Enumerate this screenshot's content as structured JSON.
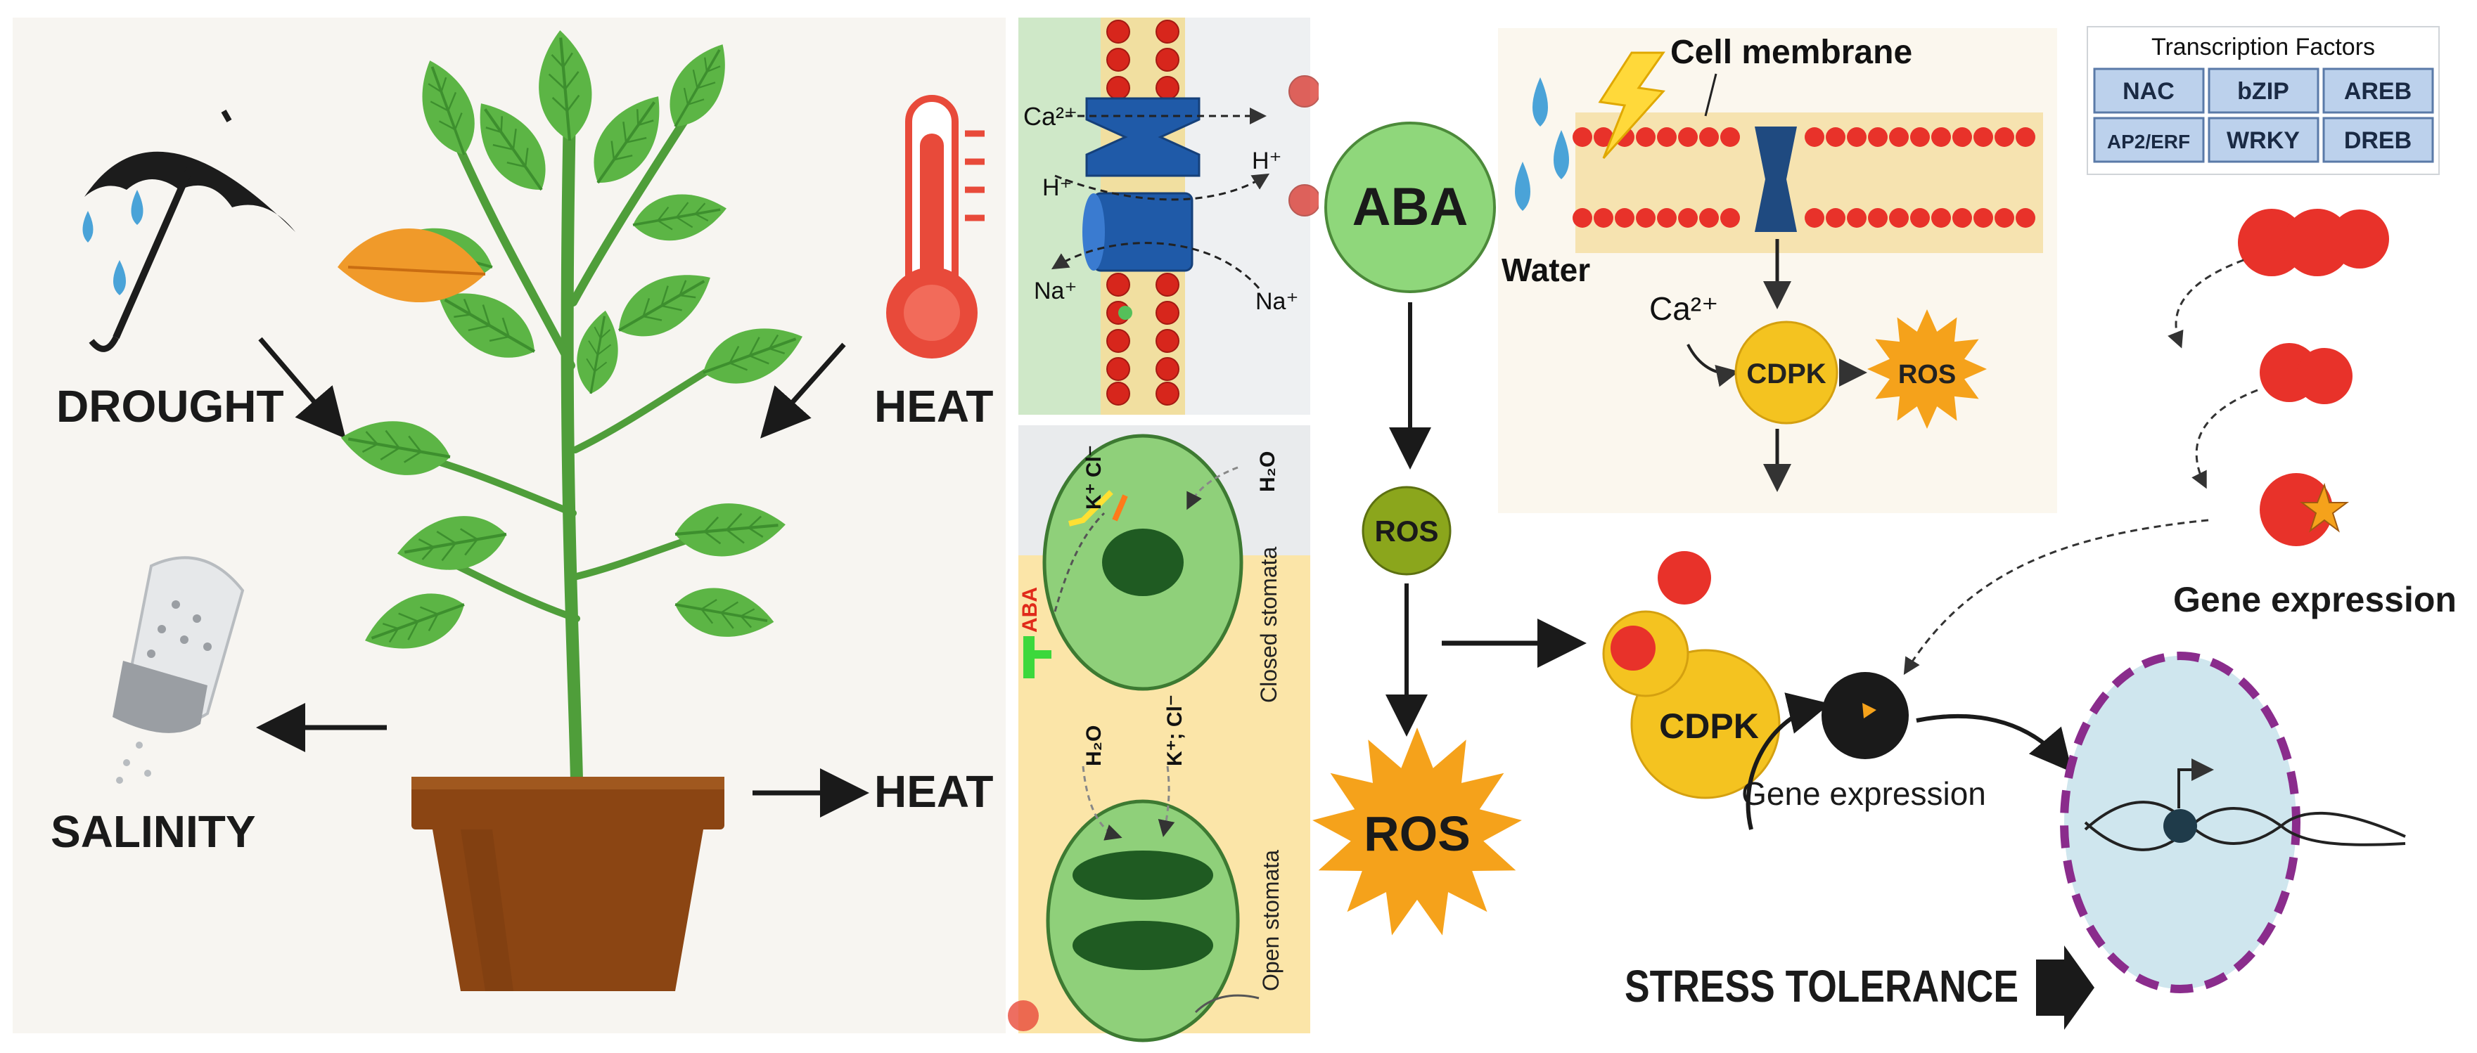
{
  "stressors": {
    "drought": "DROUGHT",
    "heat_top": "HEAT",
    "salinity": "SALINITY",
    "heat_bottom": "HEAT"
  },
  "ion_channel": {
    "ca": "Ca²⁺",
    "h_left": "H⁺",
    "h_right": "H⁺",
    "na_left": "Na⁺",
    "na_right": "Na⁺"
  },
  "stomata": {
    "kcl_top": "K⁺ Cl⁻",
    "h2o_top": "H₂O",
    "aba": "ABA",
    "closed": "Closed stomata",
    "h2o_bottom": "H₂O",
    "kcl_bottom": "K⁺; Cl⁻",
    "open": "Open stomata"
  },
  "signaling": {
    "aba": "ABA",
    "ros_small": "ROS",
    "ros_burst": "ROS",
    "cdpk": "CDPK",
    "gene_expression": "Gene expression"
  },
  "membrane": {
    "title": "Cell membrane",
    "water": "Water",
    "ca": "Ca²⁺",
    "cdpk": "CDPK",
    "ros": "ROS"
  },
  "transcription_factors": {
    "title": "Transcription Factors",
    "items": [
      "NAC",
      "bZIP",
      "AREB",
      "AP2/ERF",
      "WRKY",
      "DREB"
    ],
    "gene_expression": "Gene expression"
  },
  "outcome": "STRESS TOLERANCE",
  "colors": {
    "leaf": "#5cb545",
    "leaf_dark": "#3d8f2e",
    "pot": "#8b4513",
    "aba_green": "#8fd77b",
    "ros_orange": "#f5a21b",
    "cdpk_yellow": "#f4c320",
    "bead_red": "#e03a22",
    "tf_blue": "#bcd1ec",
    "nucleus": "#cfe6ee",
    "nucleus_border": "#8a2c8c"
  }
}
